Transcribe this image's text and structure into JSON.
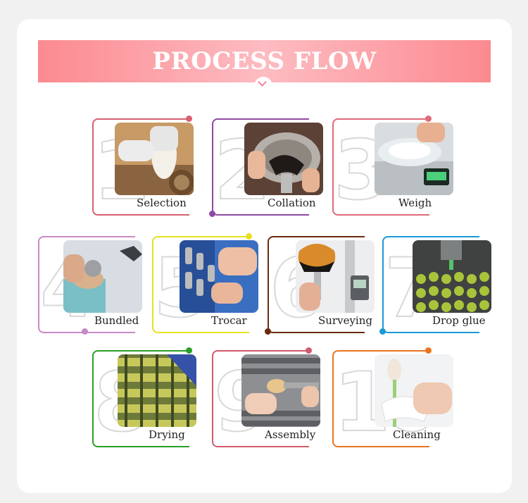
{
  "title": "PROCESS FLOW",
  "steps": [
    {
      "number": "1",
      "label": "Selection",
      "color": "#d8606f"
    },
    {
      "number": "2",
      "label": "Collation",
      "color": "#8e4aa2"
    },
    {
      "number": "3",
      "label": "Weigh",
      "color": "#e06a7a"
    },
    {
      "number": "4",
      "label": "Bundled",
      "color": "#c88ac8"
    },
    {
      "number": "5",
      "label": "Trocar",
      "color": "#e8e020"
    },
    {
      "number": "6",
      "label": "Surveying",
      "color": "#6b2a10"
    },
    {
      "number": "7",
      "label": "Drop glue",
      "color": "#1a9ad6"
    },
    {
      "number": "8",
      "label": "Drying",
      "color": "#28a028"
    },
    {
      "number": "9",
      "label": "Assembly",
      "color": "#d25a6e"
    },
    {
      "number": "10",
      "label": "Cleaning",
      "color": "#e8741e"
    }
  ]
}
